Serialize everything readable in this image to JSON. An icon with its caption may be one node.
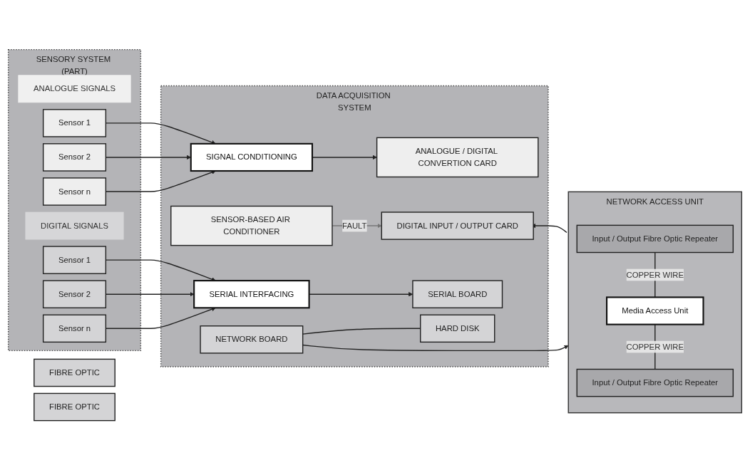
{
  "diagram": {
    "nodes": [
      {
        "text": [
          "SENSORY SYSTEM (PART)"
        ]
      },
      {
        "text": [
          "ANALOGUE SIGNALS"
        ],
        "in": 0
      },
      {
        "text": [
          "Sensor 1"
        ],
        "in": 0
      },
      {
        "text": [
          "Sensor 2"
        ],
        "in": 0
      },
      {
        "text": [
          "Sensor n"
        ],
        "in": 0
      },
      {
        "text": [
          "DIGITAL SIGNALS"
        ],
        "in": 0
      },
      {
        "text": [
          "Sensor 1"
        ],
        "in": 0
      },
      {
        "text": [
          "Sensor 2"
        ],
        "in": 0
      },
      {
        "text": [
          "Sensor n"
        ],
        "in": 0
      },
      {
        "text": [
          "DATA ACQUISITION SYSTEM"
        ]
      },
      {
        "text": [
          "SIGNAL CONDITIONING"
        ],
        "in": 9
      },
      {
        "text": [
          "SERIAL INTERFACING"
        ],
        "in": 9
      },
      {
        "text": [
          "ANALOGUE / DIGITAL CONVERTION CARD"
        ],
        "in": 9
      },
      {
        "text": [
          "DIGITAL INPUT / OUTPUT CARD"
        ],
        "in": 9
      },
      {
        "text": [
          "SERIAL BOARD"
        ],
        "in": 9
      },
      {
        "text": [
          "NETWORK BOARD"
        ],
        "in": 9
      },
      {
        "text": [
          "HARD DISK"
        ],
        "in": 9
      },
      {
        "text": [
          "SENSOR-BASED AIR CONDITIONER"
        ],
        "in": 9
      },
      {
        "text": [
          "NETWORK ACCESS UNIT"
        ]
      },
      {
        "text": [
          "Input / Output Fibre Optic Repeater"
        ],
        "in": 18
      },
      {
        "text": [
          "Media Access Unit"
        ],
        "in": 18
      },
      {
        "text": [
          "Input / Output Fibre Optic Repeater"
        ],
        "in": 18
      },
      {
        "text": [
          "FIBRE OPTIC"
        ]
      },
      {
        "text": [
          "FIBRE OPTIC"
        ]
      }
    ],
    "edges": [
      {
        "from": 2,
        "to": 10,
        "arrow": "to"
      },
      {
        "from": 3,
        "to": 10,
        "arrow": "to"
      },
      {
        "from": 4,
        "to": 10,
        "arrow": "to"
      },
      {
        "from": 6,
        "to": 11,
        "arrow": "to"
      },
      {
        "from": 7,
        "to": 11,
        "arrow": "to"
      },
      {
        "from": 8,
        "to": 11,
        "arrow": "to"
      },
      {
        "from": 10,
        "to": 12,
        "arrow": "to"
      },
      {
        "from": 18,
        "to": 13,
        "arrow": "to"
      },
      {
        "from": 11,
        "to": 14,
        "arrow": "to"
      },
      {
        "from": 15,
        "to": 16,
        "arrow": "none"
      },
      {
        "from": 15,
        "to": 18,
        "arrow": "to"
      },
      {
        "from": 17,
        "to": 13,
        "label": "FAULT",
        "arrow": "to",
        "color": "#777777"
      },
      {
        "from": 19,
        "to": 20,
        "label": "COPPER WIRE",
        "arrow": "none"
      },
      {
        "from": 20,
        "to": 21,
        "label": "COPPER WIRE",
        "arrow": "none"
      }
    ]
  }
}
